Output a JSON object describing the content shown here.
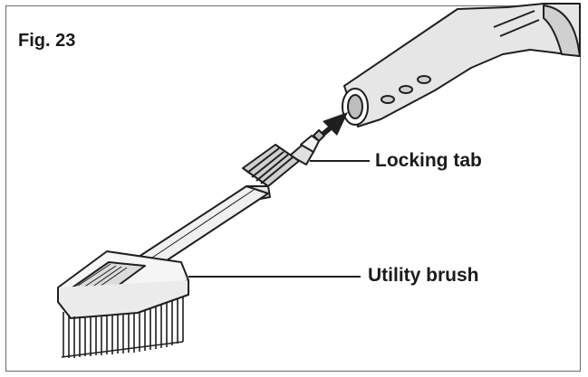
{
  "figure": {
    "label": "Fig. 23",
    "callouts": [
      {
        "id": "locking-tab",
        "text": "Locking tab"
      },
      {
        "id": "utility-brush",
        "text": "Utility brush"
      }
    ]
  },
  "colors": {
    "line": "#1f1f1f",
    "shade": "#d9d9d9",
    "frame": "#6b6b6b"
  }
}
